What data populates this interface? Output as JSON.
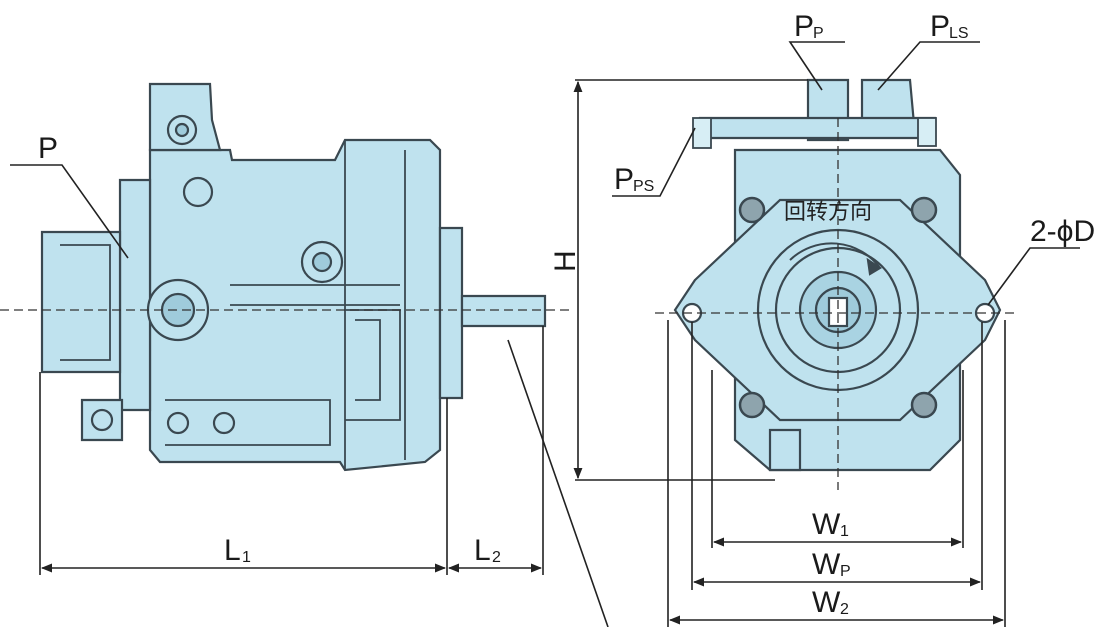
{
  "labels": {
    "port_p": "P",
    "port_pp_main": "P",
    "port_pp_sub": "P",
    "port_pls_main": "P",
    "port_pls_sub": "LS",
    "port_pps_main": "P",
    "port_pps_sub": "PS",
    "mount_hole": "2-ϕD",
    "height": "H",
    "l1_main": "L",
    "l1_sub": "1",
    "l2_main": "L",
    "l2_sub": "2",
    "w1_main": "W",
    "w1_sub": "1",
    "wp_main": "W",
    "wp_sub": "P",
    "w2_main": "W",
    "w2_sub": "2",
    "rotation_cn": "回转方向"
  },
  "colors": {
    "body_fill": "#bfe2ee",
    "outline": "#3a4850",
    "dim_line": "#222222"
  }
}
